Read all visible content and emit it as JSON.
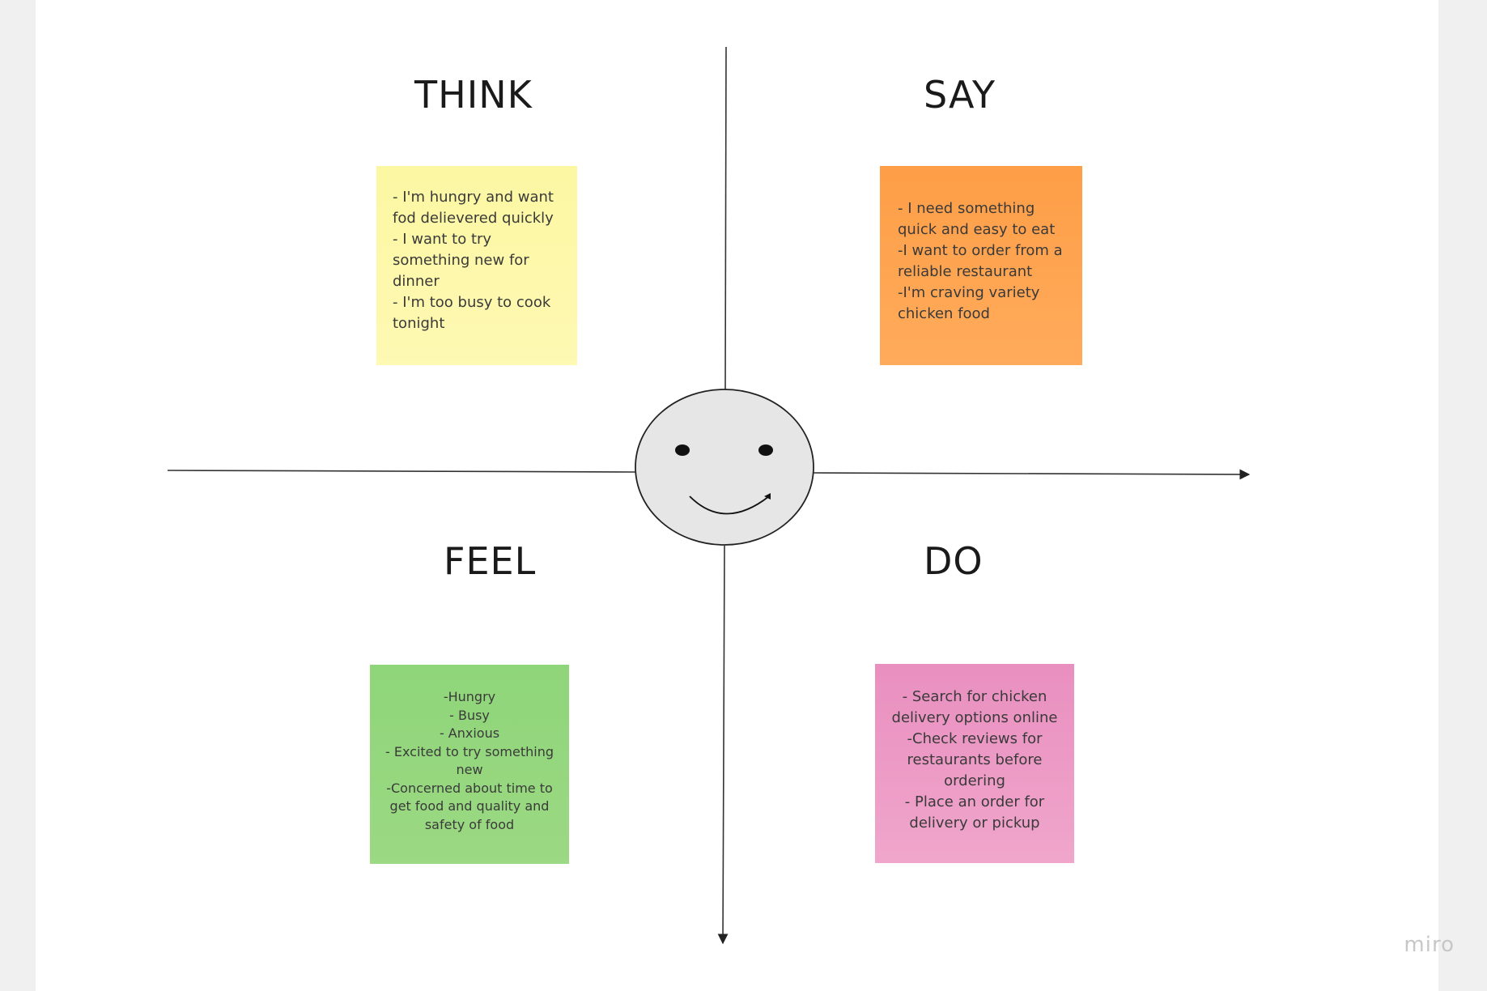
{
  "quadrants": {
    "think": {
      "title": "THINK",
      "note": "- I'm hungry and want fod delievered quickly\n- I want to try something new for dinner\n- I'm too busy to cook tonight"
    },
    "say": {
      "title": "SAY",
      "note": "- I need something quick and easy to eat\n-I want to order from a reliable restaurant\n-I'm craving variety chicken food"
    },
    "feel": {
      "title": "FEEL",
      "note": "-Hungry\n- Busy\n- Anxious\n- Excited to try something new\n-Concerned about time to get food and quality and safety of food"
    },
    "do": {
      "title": "DO",
      "note": "- Search for chicken delivery options online\n-Check reviews for restaurants before ordering\n- Place an order for delivery or pickup"
    }
  },
  "colors": {
    "think_note": "#fdf8a7",
    "say_note": "#ffa24f",
    "feel_note": "#95d77e",
    "do_note": "#ec9bc6",
    "face": "#e6e6e6"
  },
  "watermark": "miro"
}
